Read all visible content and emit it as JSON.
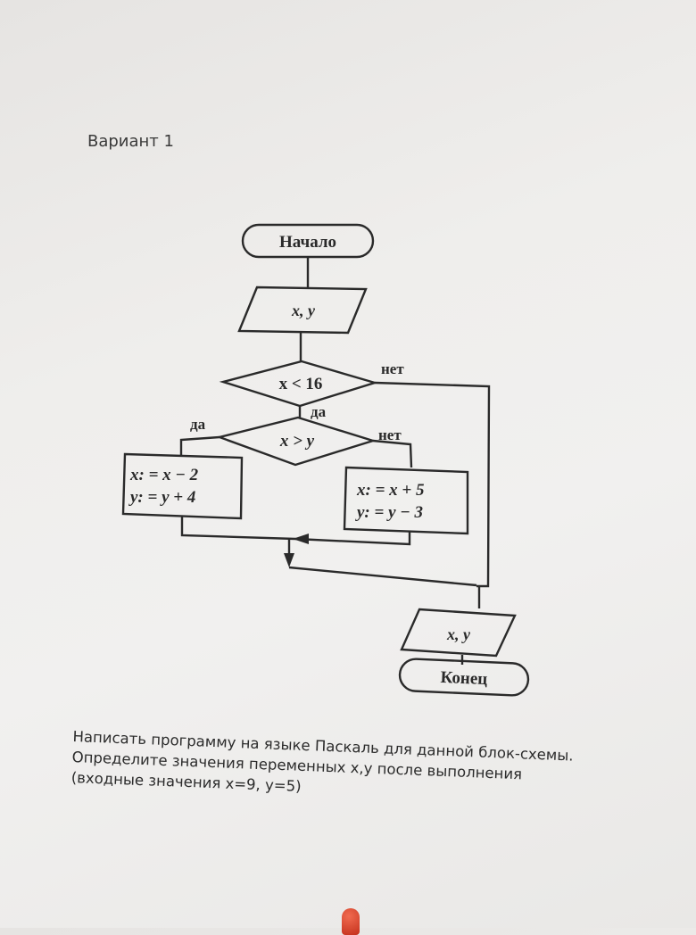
{
  "heading": "Вариант 1",
  "flowchart": {
    "start": "Начало",
    "input": "x, y",
    "condition1": "x < 16",
    "condition1_no": "нет",
    "condition1_yes": "да",
    "condition2": "x > y",
    "condition2_yes": "да",
    "condition2_no": "нет",
    "left_block": [
      "x: = x − 2",
      "y: = y + 4"
    ],
    "right_block": [
      "x: = x + 5",
      "y: = y − 3"
    ],
    "output": "x, y",
    "end": "Конец"
  },
  "task": {
    "line1": "Написать программу на языке Паскаль для данной блок-схемы.",
    "line2": "Определите значения переменных х,у после выполнения",
    "line3": "(входные значения х=9, у=5)"
  }
}
